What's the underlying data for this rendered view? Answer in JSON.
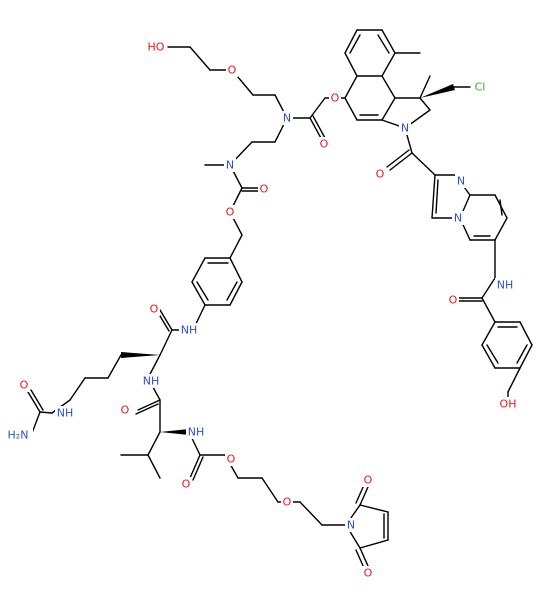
{
  "colors": {
    "carbon": "#000000",
    "oxygen": "#e8171f",
    "nitrogen": "#2a4fd6",
    "chlorine": "#2db52d"
  },
  "labels": {
    "HO": "HO",
    "O": "O",
    "N": "N",
    "NH": "NH",
    "H2N": "H₂N",
    "OH": "OH",
    "Cl": "Cl"
  }
}
